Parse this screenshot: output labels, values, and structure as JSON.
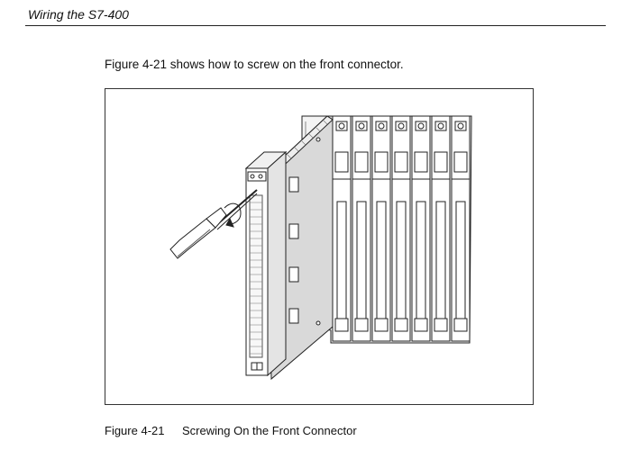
{
  "header": {
    "running_title": "Wiring the S7-400"
  },
  "body": {
    "intro_text": "Figure 4-21 shows how to screw on the front connector."
  },
  "figure": {
    "caption_number": "Figure 4-21",
    "caption_text": "Screwing On the Front Connector",
    "illustration": "S7-400 module with front connector and screwdriver mounted in rack"
  }
}
